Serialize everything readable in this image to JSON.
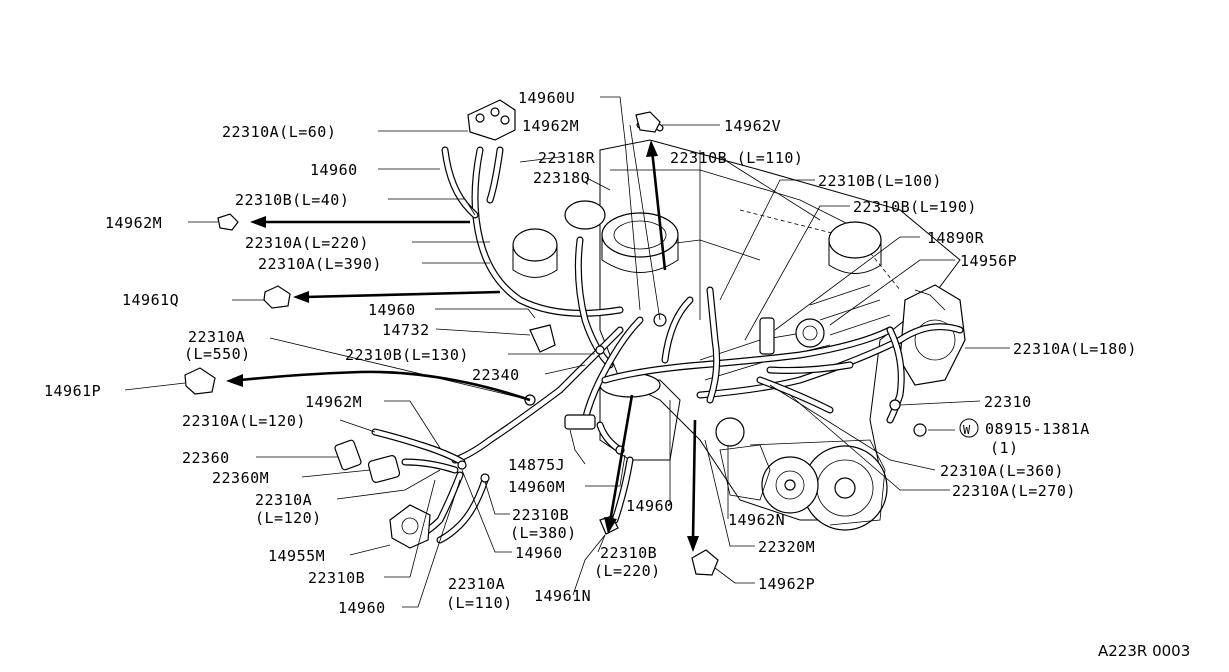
{
  "diagram_code": "A223R 0003",
  "labels": {
    "l_22310A_60": "22310A(L=60)",
    "l_14960_a": "14960",
    "l_22310B_40": "22310B(L=40)",
    "l_14962M_a": "14962M",
    "l_22310A_220": "22310A(L=220)",
    "l_22310A_390": "22310A(L=390)",
    "l_14961Q": "14961Q",
    "l_14960_b": "14960",
    "l_14732": "14732",
    "l_22310A_550_1": "22310A",
    "l_22310A_550_2": "(L=550)",
    "l_22310B_130": "22310B(L=130)",
    "l_22340": "22340",
    "l_14961P": "14961P",
    "l_14962M_b": "14962M",
    "l_22310A_120": "22310A(L=120)",
    "l_22360": "22360",
    "l_22360M": "22360M",
    "l_22310A_120b_1": "22310A",
    "l_22310A_120b_2": "(L=120)",
    "l_14955M": "14955M",
    "l_22310B_a": "22310B",
    "l_14960_c": "14960",
    "l_14960U": "14960U",
    "l_14962M_c": "14962M",
    "l_22318R": "22318R",
    "l_22318Q": "22318Q",
    "l_14962V": "14962V",
    "l_22310B_110": "22310B (L=110)",
    "l_22310B_100": "22310B(L=100)",
    "l_22310B_190": "22310B(L=190)",
    "l_14890R": "14890R",
    "l_14956P": "14956P",
    "l_22310A_180": "22310A(L=180)",
    "l_22310": "22310",
    "l_08915": "08915-1381A",
    "l_08915_qty": "(1)",
    "l_washer_mark": "W",
    "l_22310A_360": "22310A(L=360)",
    "l_22310A_270": "22310A(L=270)",
    "l_14875J": "14875J",
    "l_14960M": "14960M",
    "l_14960_d": "14960",
    "l_14962N": "14962N",
    "l_22310B_380_1": "22310B",
    "l_22310B_380_2": "(L=380)",
    "l_14960_e": "14960",
    "l_22310B_220_1": "22310B",
    "l_22310B_220_2": "(L=220)",
    "l_22320M": "22320M",
    "l_14961N": "14961N",
    "l_14962P": "14962P",
    "l_22310A_110_1": "22310A",
    "l_22310A_110_2": "(L=110)"
  }
}
